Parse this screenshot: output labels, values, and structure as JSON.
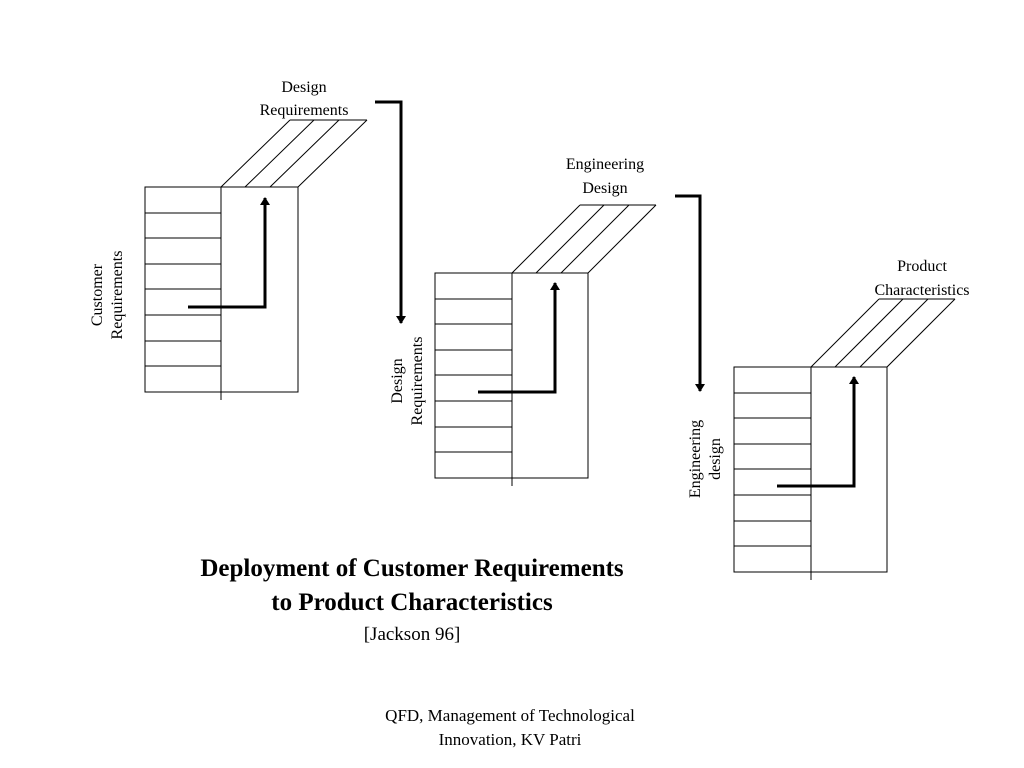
{
  "matrices": [
    {
      "top_label": [
        "Design",
        "Requirements"
      ],
      "side_label": [
        "Customer",
        "Requirements"
      ]
    },
    {
      "top_label": [
        "Engineering",
        "Design"
      ],
      "side_label": [
        "Design",
        "Requirements"
      ]
    },
    {
      "top_label": [
        "Product",
        "Characteristics"
      ],
      "side_label": [
        "Engineering",
        "design"
      ]
    }
  ],
  "title": {
    "line1": "Deployment of Customer Requirements",
    "line2": "to Product Characteristics",
    "citation": "[Jackson 96]"
  },
  "footer": {
    "line1": "QFD, Management of Technological",
    "line2": "Innovation, KV Patri"
  }
}
